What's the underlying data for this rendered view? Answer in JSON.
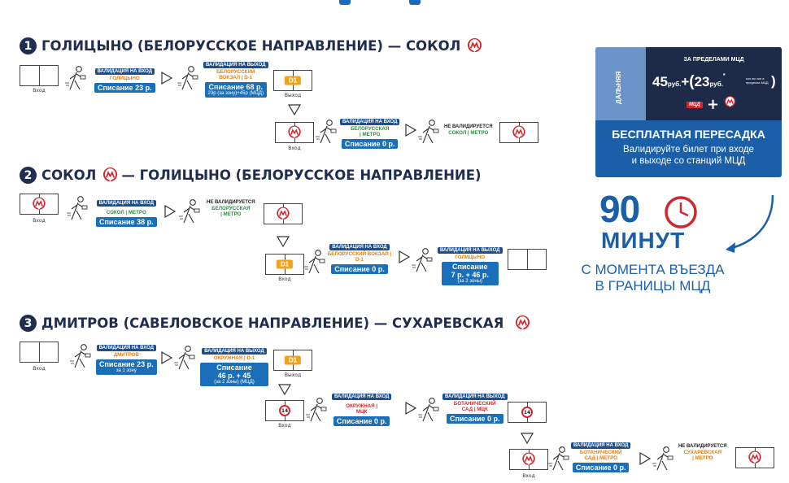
{
  "sections": [
    {
      "num": "1",
      "title": "ГОЛИЦЫНО (БЕЛОРУССКОЕ НАПРАВЛЕНИЕ) — СОКОЛ"
    },
    {
      "num": "2",
      "title_a": "СОКОЛ",
      "title_b": "— ГОЛИЦЫНО (БЕЛОРУССКОЕ НАПРАВЛЕНИЕ)"
    },
    {
      "num": "3",
      "title": "ДМИТРОВ (САВЕЛОВСКОЕ НАПРАВЛЕНИЕ) — СУХАРЕВСКАЯ"
    }
  ],
  "labels": {
    "entry": "Вход",
    "exit": "Выход",
    "d1": "D1",
    "n14": "14",
    "not_validated": "НЕ ВАЛИДИРУЕТСЯ"
  },
  "flow1": {
    "v_in": "ВАЛИДАЦИЯ НА ВХОД",
    "st1": "ГОЛИЦЫНО",
    "charge1": "Списание 23 р.",
    "v_out": "ВАЛИДАЦИЯ НА ВЫХОД",
    "st2": "БЕЛОРУССКИЙ ВОКЗАЛ | D-1",
    "charge2": "Списание 68 р.",
    "note2": "23р (за зону)+45р (МЦД)",
    "v_in2": "ВАЛИДАЦИЯ НА ВХОД",
    "st3": "БЕЛОРУССКАЯ | МЕТРО",
    "charge3": "Списание 0 р.",
    "st4": "СОКОЛ | МЕТРО"
  },
  "flow2": {
    "v_in": "ВАЛИДАЦИЯ НА ВХОД",
    "st1": "СОКОЛ | МЕТРО",
    "charge1": "Списание 38 р.",
    "st2": "БЕЛОРУССКАЯ | МЕТРО",
    "v_in2": "ВАЛИДАЦИЯ НА ВХОД",
    "st3": "БЕЛОРУССКИЙ ВОКЗАЛ | D-1",
    "charge3": "Списание 0 р.",
    "v_out": "ВАЛИДАЦИЯ НА ВЫХОД",
    "st4": "ГОЛИЦЫНО",
    "charge4": "Списание",
    "charge4b": "7 р. + 46 р.",
    "note4": "(за 2 зоны)"
  },
  "flow3": {
    "v_in": "ВАЛИДАЦИЯ НА ВХОД",
    "st1": "ДМИТРОВ",
    "charge1": "Списание 23 р.",
    "note1": "за 1 зону",
    "v_out": "ВАЛИДАЦИЯ НА ВЫХОД",
    "st2": "ОКРУЖНАЯ | D-1",
    "charge2": "Списание",
    "charge2b": "46 р. + 45",
    "note2": "(за 2 зоны) (МЦД)",
    "v_in2": "ВАЛИДАЦИЯ НА ВХОД",
    "st3": "ОКРУЖНАЯ | МЦК",
    "charge3": "Списание 0 р.",
    "v_out2": "ВАЛИДАЦИЯ НА ВЫХОД",
    "st4": "БОТАНИЧЕСКИЙ САД | МЦК",
    "charge4": "Списание 0 р.",
    "v_in3": "ВАЛИДАЦИЯ НА ВХОД",
    "st5": "БОТАНИЧЕСКИЙ САД | МЕТРО",
    "charge5": "Списание 0 р.",
    "st6": "СУХАРЕВСКАЯ | МЕТРО"
  },
  "panel": {
    "side": "ДАЛЬНЯЯ",
    "zone": "ЗА ПРЕДЕЛАМИ МЦД",
    "p1": "45",
    "rub": "руб.",
    "p2": "23",
    "tiny": "кол-во зон в пределах МЦД",
    "mcd": "МЦД",
    "free": "БЕСПЛАТНАЯ ПЕРЕСАДКА",
    "desc1": "Валидируйте билет при входе",
    "desc2": "и выходе со станций МЦД"
  },
  "promo": {
    "big": "90",
    "unit": "МИНУТ",
    "line1": "С МОМЕНТА ВЪЕЗДА",
    "line2": "В ГРАНИЦЫ МЦД"
  },
  "colors": {
    "navy": "#1f2d4e",
    "blue": "#1b6fb8",
    "pill": "#1b4f92",
    "orange": "#e87d0d",
    "green": "#2e8b3e",
    "red": "#d0282e",
    "d1": "#f0a21d"
  }
}
